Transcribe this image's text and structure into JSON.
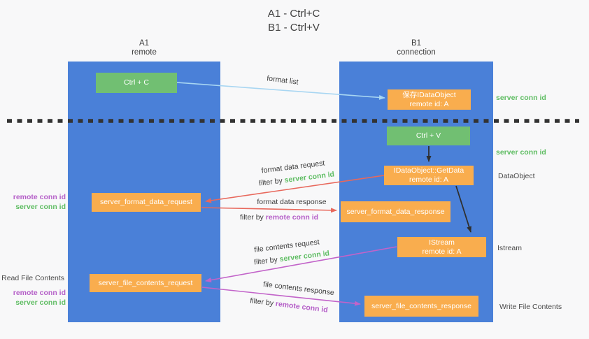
{
  "title": {
    "line1": "A1 - Ctrl+C",
    "line2": "B1 - Ctrl+V"
  },
  "lifelines": {
    "left": {
      "name": "A1",
      "role": "remote"
    },
    "right": {
      "name": "B1",
      "role": "connection"
    }
  },
  "nodes": {
    "ctrl_c": {
      "label": "Ctrl + C"
    },
    "ctrl_v": {
      "label": "Ctrl + V"
    },
    "save_dataobject": {
      "line1": "保存IDataObject",
      "line2": "remote id: A"
    },
    "getdata": {
      "line1": "IDataObject::GetData",
      "line2": "remote id: A"
    },
    "istream": {
      "line1": "IStream",
      "line2": "remote id: A"
    },
    "server_format_data_request": {
      "label": "server_format_data_request"
    },
    "server_format_data_response": {
      "label": "server_format_data_response"
    },
    "server_file_contents_request": {
      "label": "server_file_contents_request"
    },
    "server_file_contents_response": {
      "label": "server_file_contents_response"
    }
  },
  "messages": {
    "format_list": "format list",
    "format_data_request": "format data request",
    "format_data_response": "format data response",
    "file_contents_request": "file contents request",
    "file_contents_response": "file contents response",
    "filter_by": "filter by",
    "server_conn_id": "server conn id",
    "remote_conn_id": "remote conn id"
  },
  "annotations": {
    "server_conn_id_top": "server conn id",
    "server_conn_id_mid": "server conn id",
    "dataobject": "DataObject",
    "istream": "Istream",
    "write_file_contents": "Write File Contents",
    "read_file_contents": "Read File Contents",
    "remote_conn_id": "remote conn id",
    "server_conn_id": "server conn id"
  },
  "colors": {
    "lifeline_blue": "#4a80d8",
    "node_green": "#71bf72",
    "node_orange": "#f9ad4e",
    "arrow_light_blue": "#a8d6f2",
    "arrow_red": "#e8685c",
    "arrow_magenta": "#c263c9",
    "arrow_black": "#2f2f2f",
    "text_green": "#5fbd63",
    "text_purple": "#b55fc8",
    "dashed_divider": "#333333"
  }
}
